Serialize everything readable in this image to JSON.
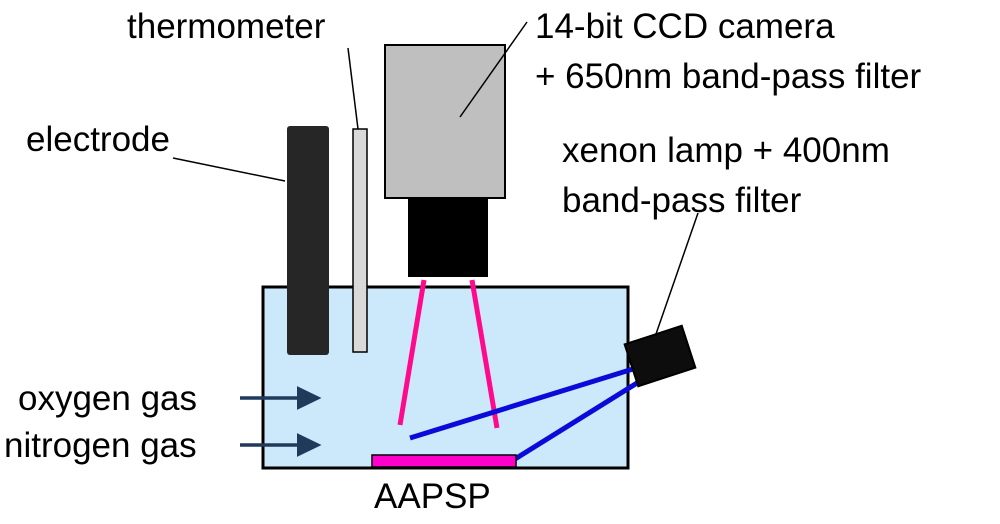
{
  "labels": {
    "thermometer": "thermometer",
    "electrode": "electrode",
    "camera_line1": "14-bit CCD camera",
    "camera_line2": "+ 650nm band-pass filter",
    "lamp_line1": "xenon lamp + 400nm",
    "lamp_line2": "band-pass filter",
    "oxygen": "oxygen gas",
    "nitrogen": "nitrogen gas",
    "sample": "AAPSP"
  },
  "colors": {
    "tank_fill": "#cce9fb",
    "outline": "#000000",
    "electrode": "#262626",
    "thermometer": "#d9d9d9",
    "camera_body": "#bfbfbf",
    "camera_lens": "#000000",
    "lamp": "#0d0d0d",
    "emission_ray": "#ff0a8c",
    "excitation_ray": "#0a0ad9",
    "sample": "#ff00cc",
    "gas_arrow": "#1f3a5a"
  },
  "icons": {
    "gas_inlet": "right-arrow-icon"
  }
}
